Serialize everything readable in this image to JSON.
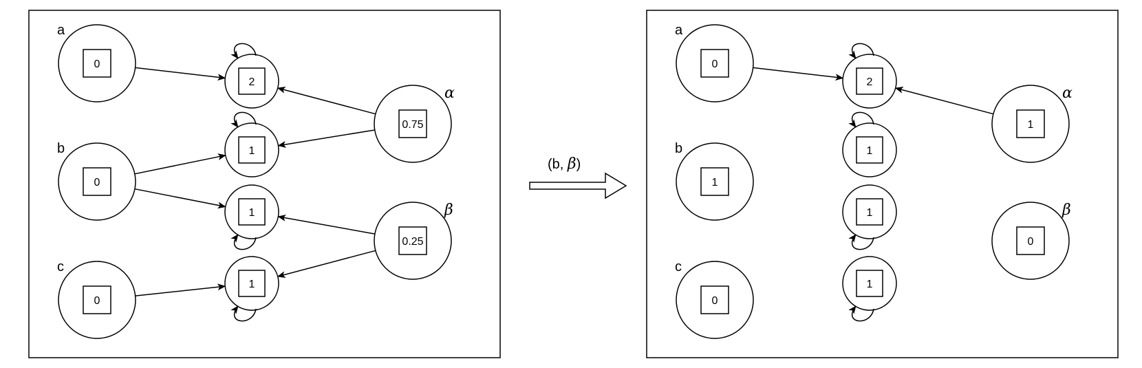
{
  "transition": {
    "label_prefix": "(b, ",
    "label_greek": "β",
    "label_suffix": ")"
  },
  "panels": [
    {
      "id": "before",
      "nodes": [
        {
          "id": "a",
          "label": "a",
          "value": "0"
        },
        {
          "id": "b",
          "label": "b",
          "value": "0"
        },
        {
          "id": "c",
          "label": "c",
          "value": "0"
        },
        {
          "id": "m1",
          "label": "",
          "value": "2"
        },
        {
          "id": "m2",
          "label": "",
          "value": "1"
        },
        {
          "id": "m3",
          "label": "",
          "value": "1"
        },
        {
          "id": "m4",
          "label": "",
          "value": "1"
        },
        {
          "id": "alpha",
          "label": "α",
          "value": "0.75"
        },
        {
          "id": "beta",
          "label": "β",
          "value": "0.25"
        }
      ],
      "edges": [
        {
          "from": "a",
          "to": "m1"
        },
        {
          "from": "b",
          "to": "m2"
        },
        {
          "from": "b",
          "to": "m3"
        },
        {
          "from": "c",
          "to": "m4"
        },
        {
          "from": "alpha",
          "to": "m1"
        },
        {
          "from": "alpha",
          "to": "m2"
        },
        {
          "from": "beta",
          "to": "m3"
        },
        {
          "from": "beta",
          "to": "m4"
        }
      ],
      "self_loops": [
        "m1",
        "m2",
        "m3",
        "m4"
      ]
    },
    {
      "id": "after",
      "nodes": [
        {
          "id": "a",
          "label": "a",
          "value": "0"
        },
        {
          "id": "b",
          "label": "b",
          "value": "1"
        },
        {
          "id": "c",
          "label": "c",
          "value": "0"
        },
        {
          "id": "m1",
          "label": "",
          "value": "2"
        },
        {
          "id": "m2",
          "label": "",
          "value": "1"
        },
        {
          "id": "m3",
          "label": "",
          "value": "1"
        },
        {
          "id": "m4",
          "label": "",
          "value": "1"
        },
        {
          "id": "alpha",
          "label": "α",
          "value": "1"
        },
        {
          "id": "beta",
          "label": "β",
          "value": "0"
        }
      ],
      "edges": [
        {
          "from": "a",
          "to": "m1"
        },
        {
          "from": "alpha",
          "to": "m1"
        }
      ],
      "self_loops": [
        "m1",
        "m2",
        "m3",
        "m4"
      ]
    }
  ]
}
